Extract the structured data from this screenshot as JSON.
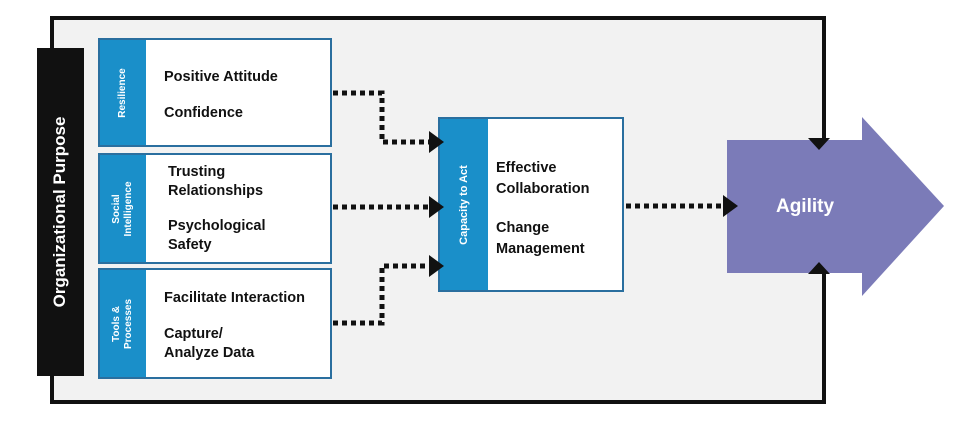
{
  "purpose": {
    "label": "Organizational Purpose"
  },
  "groups": [
    {
      "tab": "Resilience",
      "items": [
        "Positive Attitude",
        "Confidence"
      ]
    },
    {
      "tab": "Social\nIntelligence",
      "items": [
        "Trusting\nRelationships",
        "Psychological\nSafety"
      ]
    },
    {
      "tab": "Tools &\nProcesses",
      "items": [
        "Facilitate Interaction",
        "Capture/\nAnalyze Data"
      ]
    }
  ],
  "capacity": {
    "tab": "Capacity to Act",
    "items": [
      "Effective\nCollaboration",
      "Change\nManagement"
    ]
  },
  "outcome": {
    "label": "Agility"
  },
  "colors": {
    "tab_blue": "#1a8fc9",
    "box_border": "#2a6f9f",
    "arrow_purple": "#7b7bb8",
    "frame_fill": "#f2f2f2"
  }
}
